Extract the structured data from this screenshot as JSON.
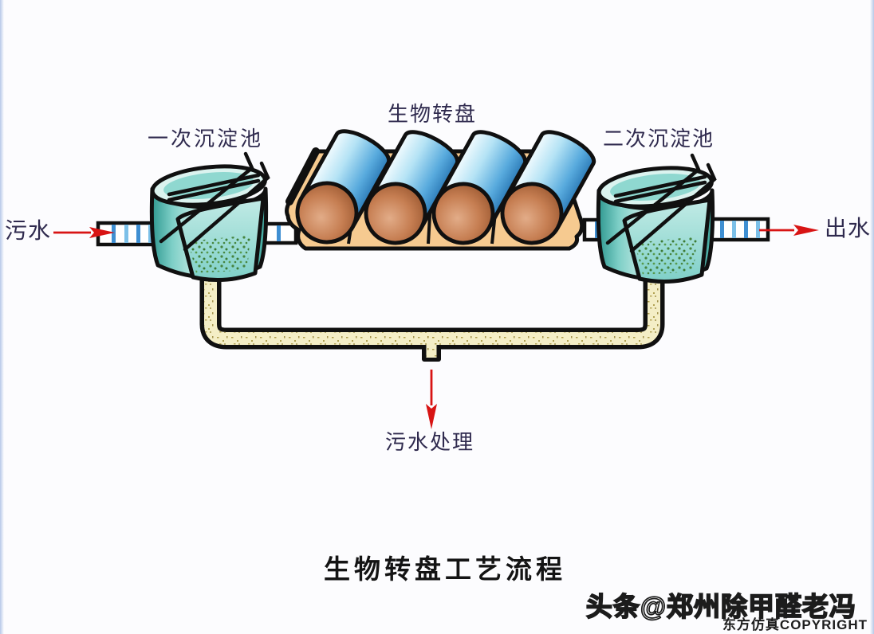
{
  "diagram": {
    "title": "生物转盘工艺流程",
    "labels": {
      "primary_tank": "一次沉淀池",
      "biodisc": "生物转盘",
      "secondary_tank": "二次沉淀池",
      "inflow": "污水",
      "outflow": "出水",
      "sludge_treatment": "污水处理"
    },
    "flow_sequence": [
      "污水",
      "一次沉淀池",
      "生物转盘",
      "二次沉淀池",
      "出水"
    ],
    "sludge_flow": [
      "一次沉淀池",
      "二次沉淀池",
      "污水处理"
    ],
    "disc_count": 4,
    "colors": {
      "arrow_red": "#d81414",
      "tank_teal": "#7fd0c8",
      "disc_blue": "#58aadd",
      "disc_face_brown": "#c67e52",
      "trough_tan": "#f6ca90",
      "sludge_pipe_cream": "#f4eec6",
      "pipe_stripe_blue": "#3f8fd2",
      "label_ink": "#2f2a4e",
      "outline_black": "#101010"
    }
  },
  "watermark": {
    "line1": "头条@郑州除甲醛老冯",
    "line2": "东方仿真COPYRIGHT"
  }
}
